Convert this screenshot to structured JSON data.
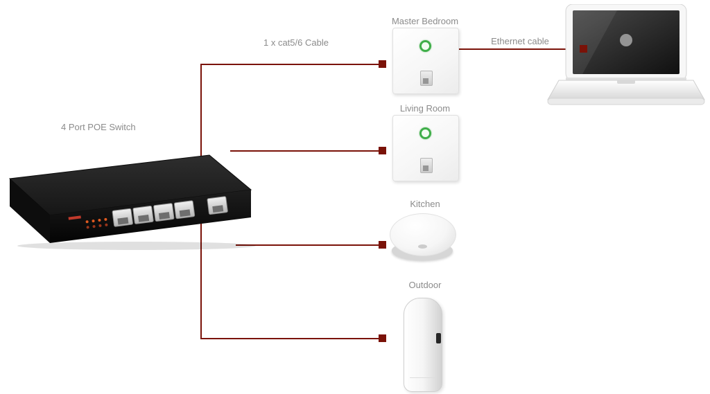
{
  "colors": {
    "line": "#7a1208",
    "endpoint": "#7a1208",
    "label": "#8b8b8b",
    "led_green": "#3fae49"
  },
  "nodes": [
    {
      "id": "poe-switch",
      "type": "switch",
      "label": "4 Port POE Switch"
    },
    {
      "id": "master-bedroom-ap",
      "type": "in-wall-ap",
      "label": "Master Bedroom",
      "led_color": "green"
    },
    {
      "id": "living-room-ap",
      "type": "in-wall-ap",
      "label": "Living Room",
      "led_color": "green"
    },
    {
      "id": "kitchen-ap",
      "type": "ceiling-ap",
      "label": "Kitchen"
    },
    {
      "id": "outdoor-ap",
      "type": "outdoor-ap",
      "label": "Outdoor"
    },
    {
      "id": "laptop",
      "type": "laptop",
      "label": ""
    }
  ],
  "connections": [
    {
      "from": "poe-switch",
      "to": "master-bedroom-ap",
      "label": "1 x cat5/6 Cable"
    },
    {
      "from": "poe-switch",
      "to": "living-room-ap",
      "label": ""
    },
    {
      "from": "poe-switch",
      "to": "kitchen-ap",
      "label": ""
    },
    {
      "from": "poe-switch",
      "to": "outdoor-ap",
      "label": ""
    },
    {
      "from": "master-bedroom-ap",
      "to": "laptop",
      "label": "Ethernet cable"
    }
  ]
}
